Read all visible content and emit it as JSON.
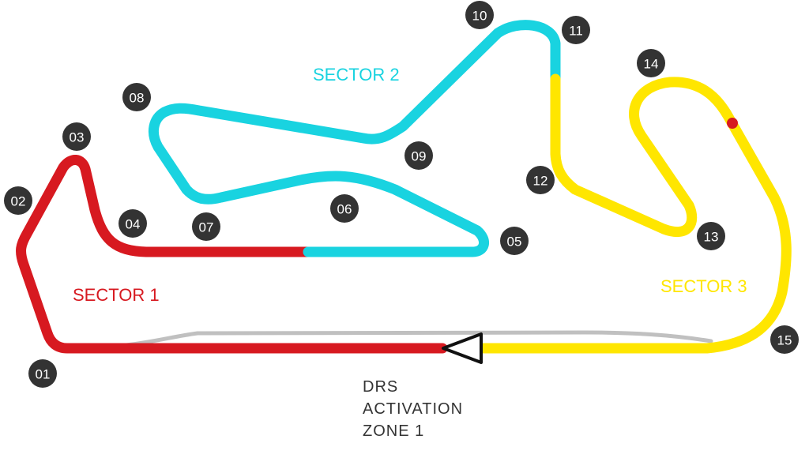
{
  "colors": {
    "sector_1": "#d71920",
    "sector_2": "#19d3e0",
    "sector_3": "#ffe600",
    "pit_lane": "#c0c0c0",
    "corner_marker": "#333333",
    "corner_text": "#ffffff",
    "drs_marker": "#d71920",
    "drs_text": "#333333"
  },
  "corners": [
    "01",
    "02",
    "03",
    "04",
    "05",
    "06",
    "07",
    "08",
    "09",
    "10",
    "11",
    "12",
    "13",
    "14",
    "15"
  ],
  "sectors": [
    {
      "label": "SECTOR 1"
    },
    {
      "label": "SECTOR 2"
    },
    {
      "label": "SECTOR 3"
    }
  ],
  "drs": {
    "lines": [
      "DRS",
      "ACTIVATION",
      "ZONE 1"
    ]
  }
}
